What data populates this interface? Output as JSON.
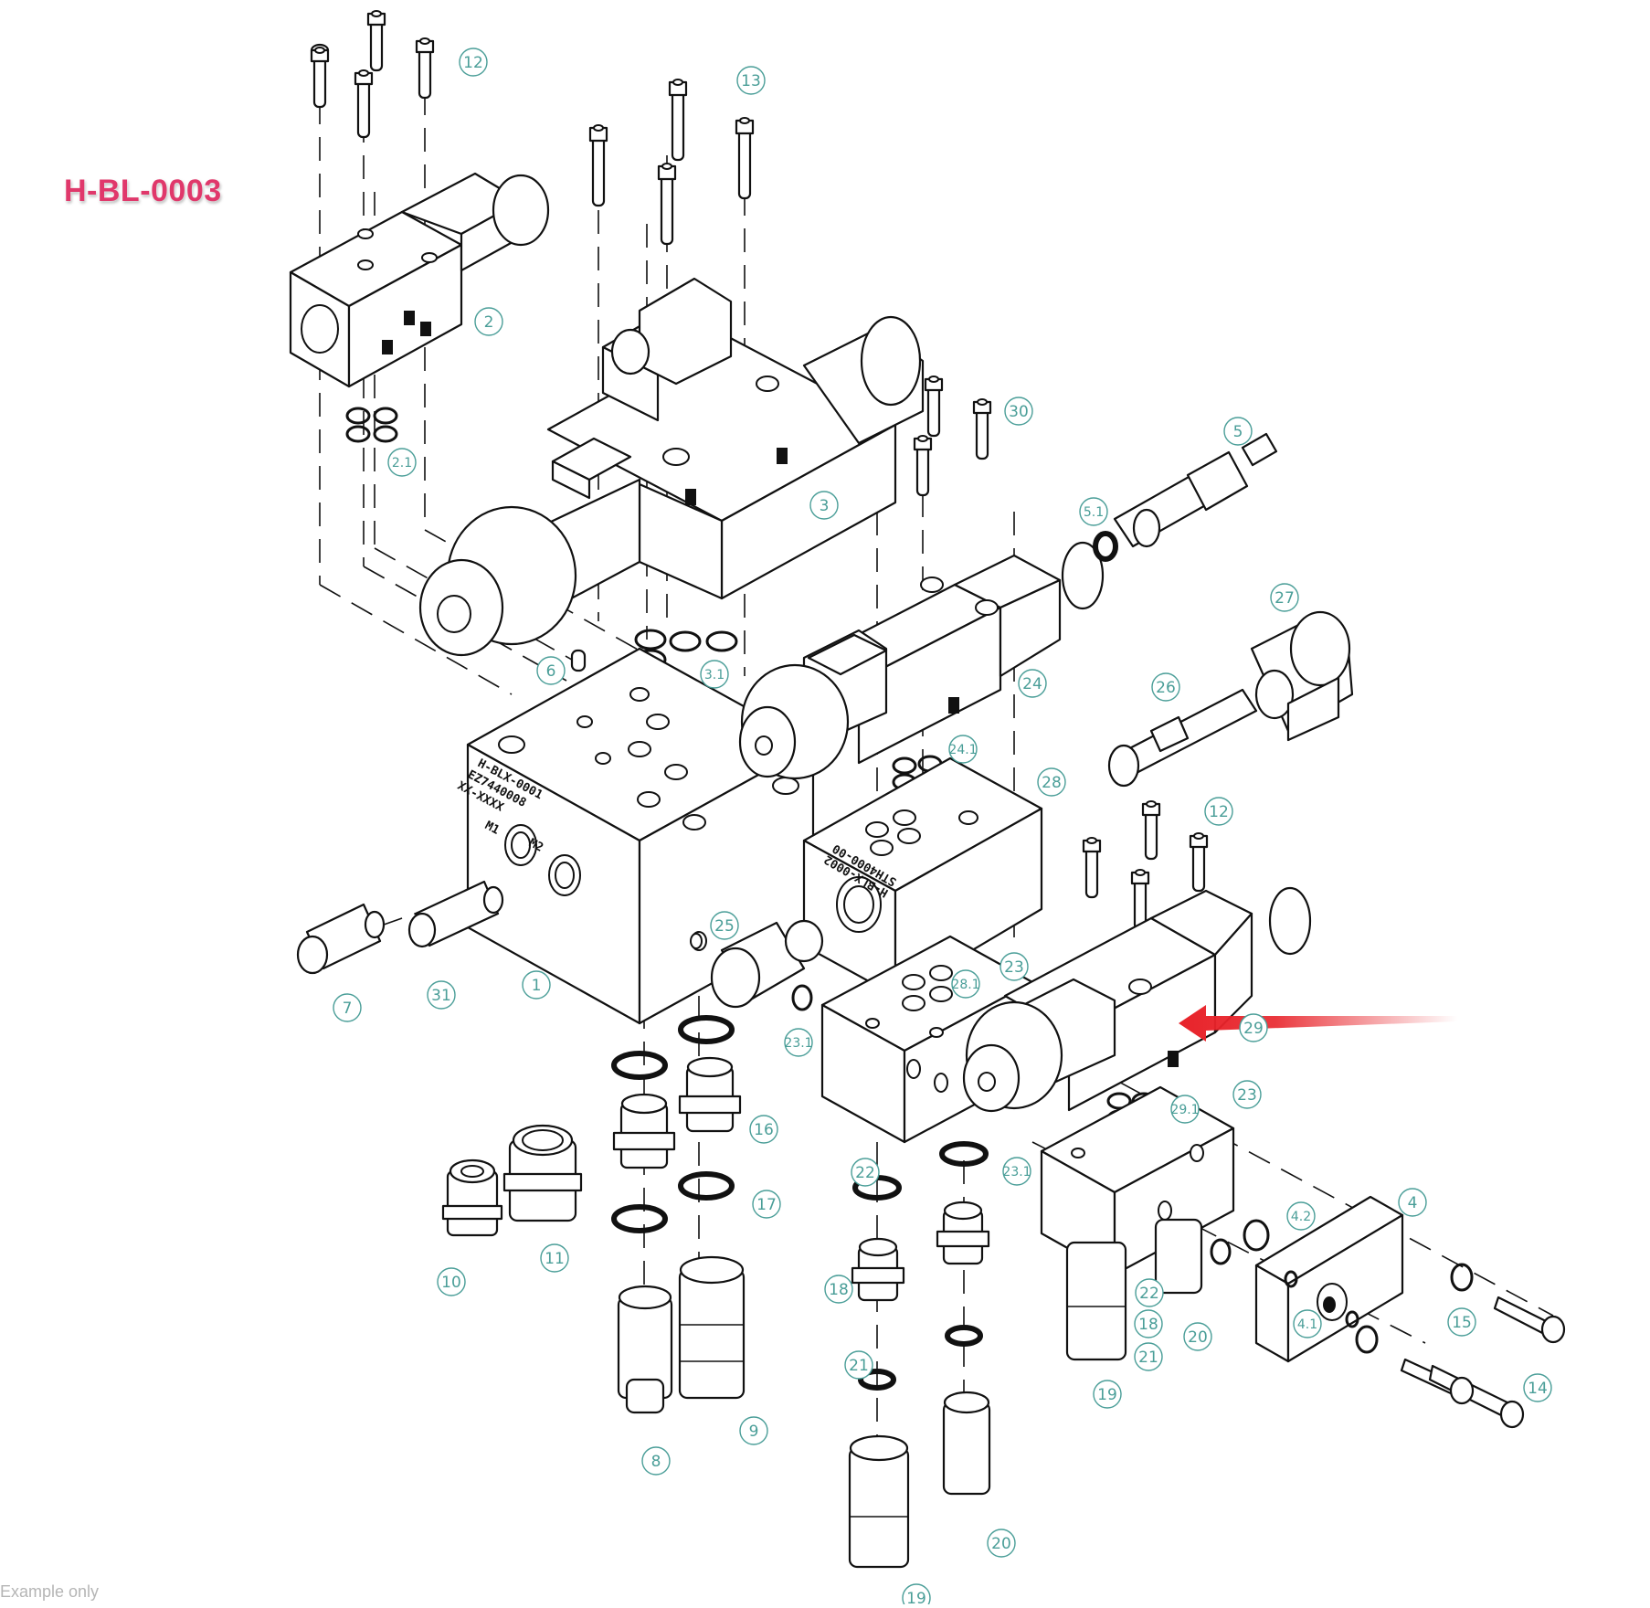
{
  "diagram": {
    "title": "H-BL-0003",
    "watermark": "Example only",
    "type": "exploded-assembly",
    "accent_colors": {
      "title": "#e0386b",
      "callout": "#4a9e98",
      "arrow": "#e8232a",
      "line": "#111111"
    },
    "engravings": {
      "main_manifold": [
        "H-BLX-0001",
        "EZ7440008",
        "XX-XXXX",
        "M1",
        "M2"
      ],
      "sandwich_plate": [
        "H-BLX-0002",
        "STH4000-00"
      ]
    },
    "highlight": {
      "icon": "red-arrow-icon",
      "points_to": "29"
    },
    "callouts": [
      {
        "id": "c1",
        "label": "1"
      },
      {
        "id": "c2",
        "label": "2"
      },
      {
        "id": "c2_1",
        "label": "2.1"
      },
      {
        "id": "c3",
        "label": "3"
      },
      {
        "id": "c3_1",
        "label": "3.1"
      },
      {
        "id": "c4",
        "label": "4"
      },
      {
        "id": "c4_1",
        "label": "4.1"
      },
      {
        "id": "c4_2",
        "label": "4.2"
      },
      {
        "id": "c5",
        "label": "5"
      },
      {
        "id": "c5_1",
        "label": "5.1"
      },
      {
        "id": "c6",
        "label": "6"
      },
      {
        "id": "c7",
        "label": "7"
      },
      {
        "id": "c8",
        "label": "8"
      },
      {
        "id": "c9",
        "label": "9"
      },
      {
        "id": "c10",
        "label": "10"
      },
      {
        "id": "c11",
        "label": "11"
      },
      {
        "id": "c12a",
        "label": "12"
      },
      {
        "id": "c12b",
        "label": "12"
      },
      {
        "id": "c13",
        "label": "13"
      },
      {
        "id": "c14",
        "label": "14"
      },
      {
        "id": "c15",
        "label": "15"
      },
      {
        "id": "c16",
        "label": "16"
      },
      {
        "id": "c17",
        "label": "17"
      },
      {
        "id": "c18a",
        "label": "18"
      },
      {
        "id": "c18b",
        "label": "18"
      },
      {
        "id": "c19a",
        "label": "19"
      },
      {
        "id": "c19b",
        "label": "19"
      },
      {
        "id": "c20a",
        "label": "20"
      },
      {
        "id": "c20b",
        "label": "20"
      },
      {
        "id": "c21a",
        "label": "21"
      },
      {
        "id": "c21b",
        "label": "21"
      },
      {
        "id": "c22a",
        "label": "22"
      },
      {
        "id": "c22b",
        "label": "22"
      },
      {
        "id": "c23a",
        "label": "23"
      },
      {
        "id": "c23b",
        "label": "23"
      },
      {
        "id": "c23_1a",
        "label": "23.1"
      },
      {
        "id": "c23_1b",
        "label": "23.1"
      },
      {
        "id": "c24",
        "label": "24"
      },
      {
        "id": "c24_1",
        "label": "24.1"
      },
      {
        "id": "c25",
        "label": "25"
      },
      {
        "id": "c26",
        "label": "26"
      },
      {
        "id": "c27",
        "label": "27"
      },
      {
        "id": "c28",
        "label": "28"
      },
      {
        "id": "c28_1",
        "label": "28.1"
      },
      {
        "id": "c29",
        "label": "29"
      },
      {
        "id": "c29_1",
        "label": "29.1"
      },
      {
        "id": "c30",
        "label": "30"
      },
      {
        "id": "c31",
        "label": "31"
      }
    ]
  }
}
